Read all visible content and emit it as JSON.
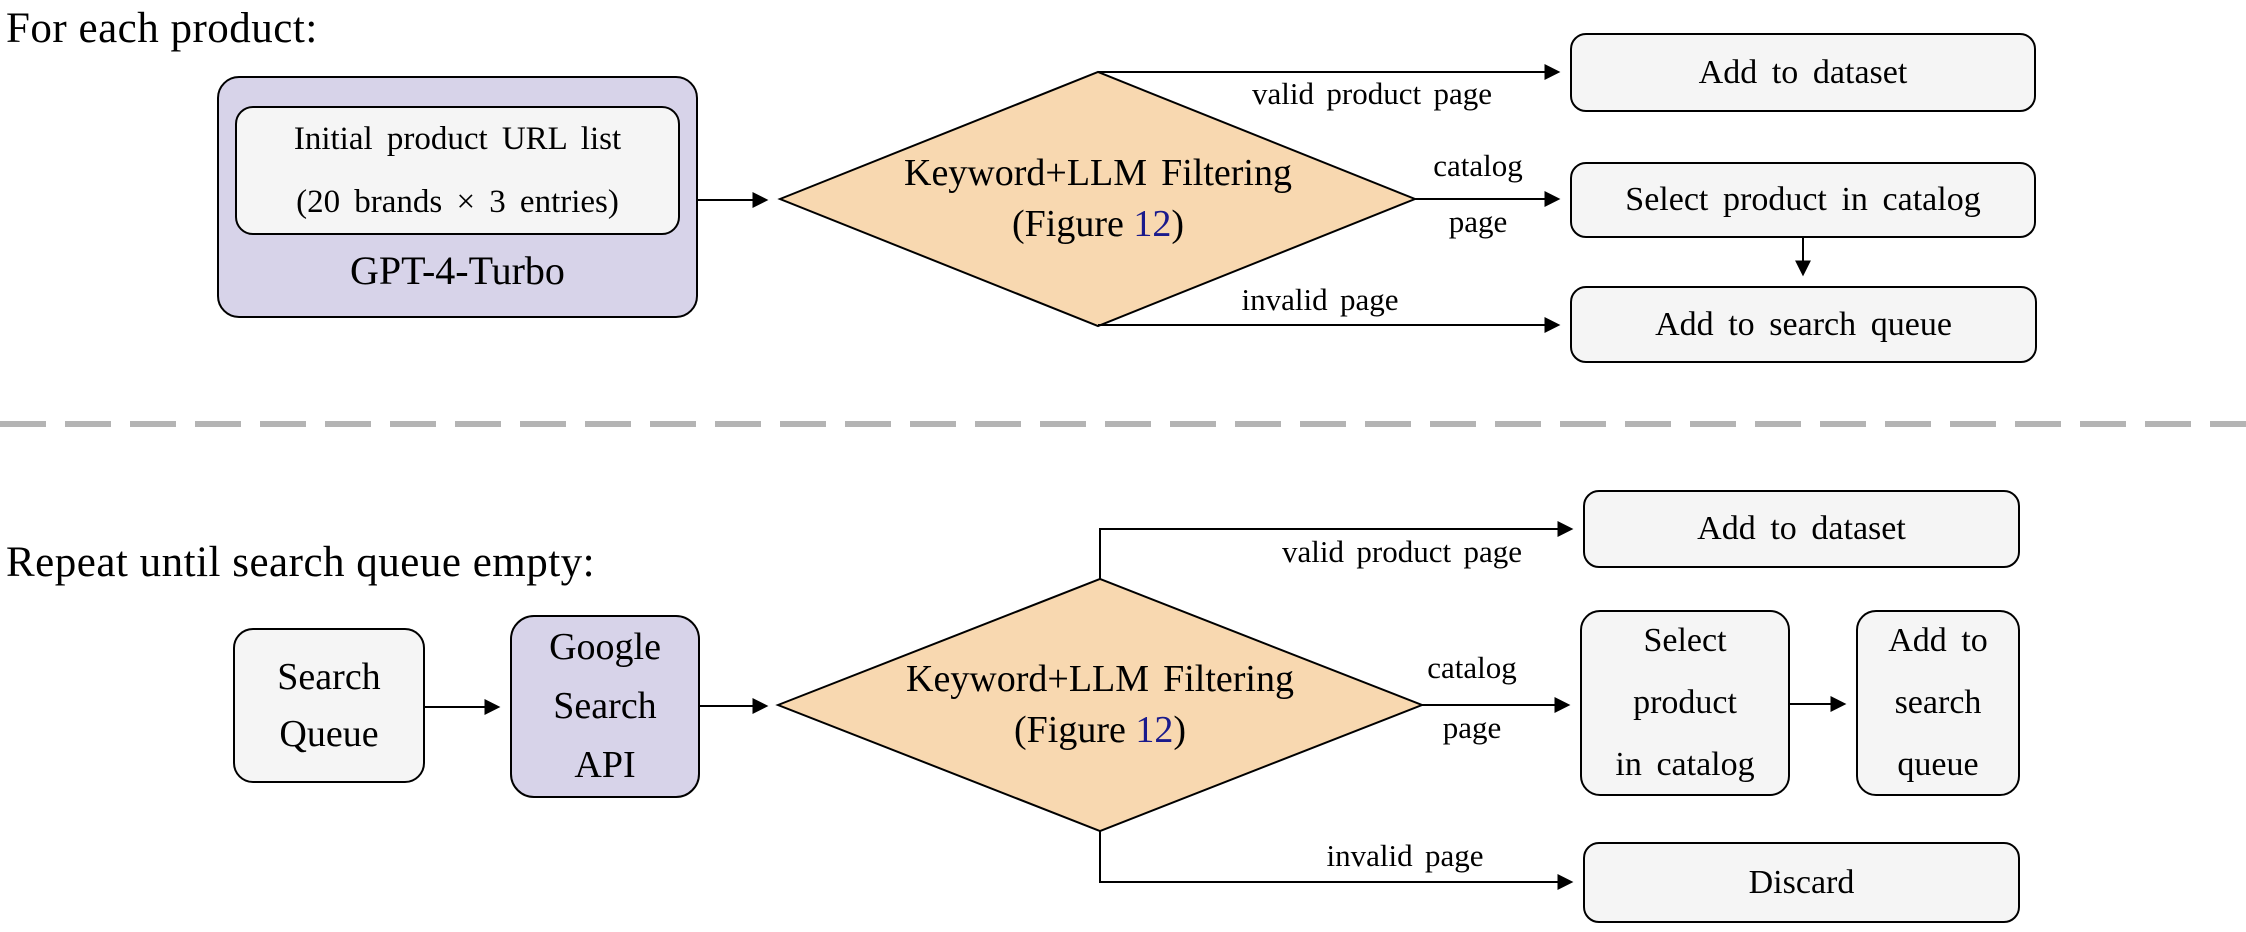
{
  "colors": {
    "lavender": "#d7d3e9",
    "boxgray": "#f5f5f5",
    "peach": "#f8d8b0",
    "link": "#1a1a8c",
    "divider": "#b4b4b4",
    "stroke": "#000000"
  },
  "top": {
    "heading": "For each product:",
    "source": {
      "line1": "Initial product URL list",
      "line2": "(20 brands × 3 entries)",
      "model": "GPT-4-Turbo"
    },
    "decision": {
      "title": "Keyword+LLM Filtering",
      "figure_pre": "(Figure",
      "figure_ref": "12",
      "figure_post": ")"
    },
    "labels": {
      "valid": "valid product page",
      "catalog_top": "catalog",
      "catalog_bottom": "page",
      "invalid": "invalid page"
    },
    "boxes": {
      "dataset": "Add to dataset",
      "select": "Select product in catalog",
      "queue": "Add to search queue"
    }
  },
  "bottom": {
    "heading": "Repeat until search queue empty:",
    "queue_source": {
      "line1": "Search",
      "line2": "Queue"
    },
    "api": {
      "line1": "Google",
      "line2": "Search",
      "line3": "API"
    },
    "decision": {
      "title": "Keyword+LLM Filtering",
      "figure_pre": "(Figure",
      "figure_ref": "12",
      "figure_post": ")"
    },
    "labels": {
      "valid": "valid product page",
      "catalog_top": "catalog",
      "catalog_bottom": "page",
      "invalid": "invalid page"
    },
    "boxes": {
      "dataset": "Add to dataset",
      "select_line1": "Select",
      "select_line2": "product",
      "select_line3": "in catalog",
      "queue_line1": "Add to",
      "queue_line2": "search",
      "queue_line3": "queue",
      "discard": "Discard"
    }
  }
}
